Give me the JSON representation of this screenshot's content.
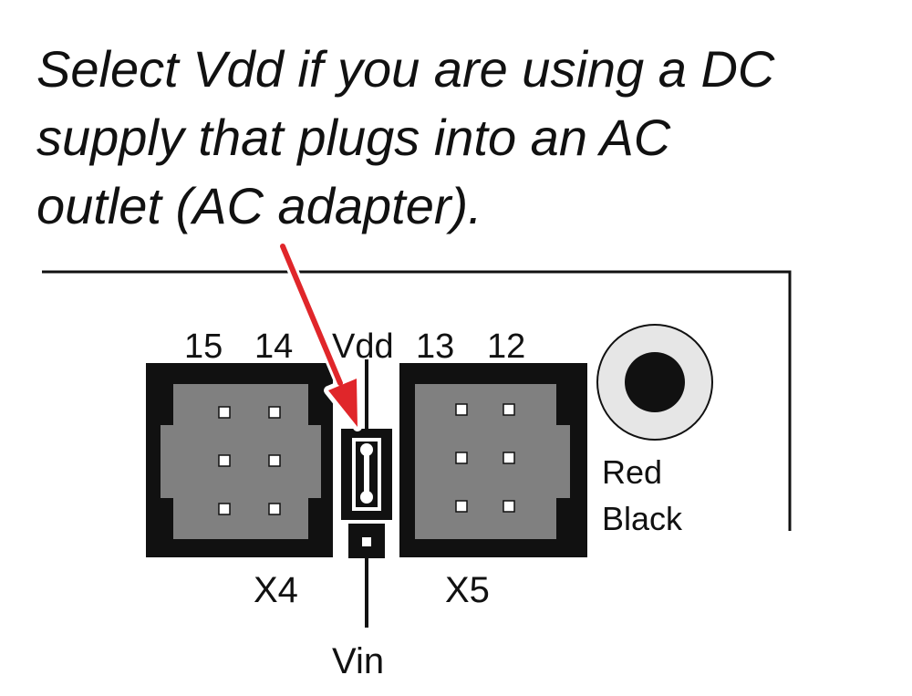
{
  "caption": {
    "line1": "Select Vdd if you are using a DC",
    "line2": "supply that plugs into an AC",
    "line3": "outlet (AC adapter)."
  },
  "labels": {
    "pin15": "15",
    "pin14": "14",
    "vdd": "Vdd",
    "pin13": "13",
    "pin12": "12",
    "x4": "X4",
    "x5": "X5",
    "vin": "Vin",
    "red": "Red",
    "black": "Black"
  },
  "colors": {
    "arrow": "#e0262a",
    "header_body": "#808080",
    "header_border": "#111111",
    "jack_ring": "#e6e6e6"
  },
  "jumper": {
    "selected": "Vdd"
  }
}
